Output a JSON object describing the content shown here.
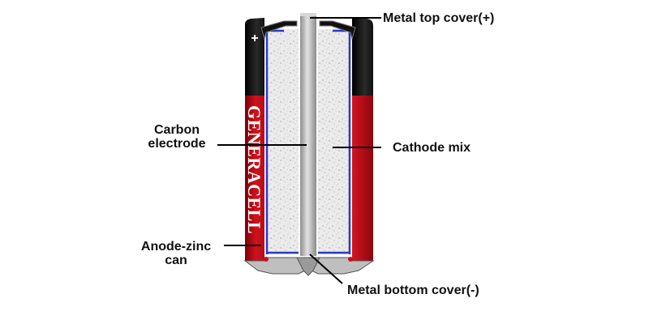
{
  "brand": "GENERACELL",
  "labels": {
    "top_cover": "Metal top cover(+)",
    "carbon_electrode_line1": "Carbon",
    "carbon_electrode_line2": "electrode",
    "cathode_mix": "Cathode mix",
    "anode_can_line1": "Anode-zinc",
    "anode_can_line2": "can",
    "bottom_cover": "Metal bottom cover(-)"
  },
  "colors": {
    "casing_black": "#0d0d0d",
    "casing_red": "#c8101a",
    "separator_blue": "#2c39c8",
    "rod_gray": "#b4b4b4",
    "mix_white": "#ececec"
  },
  "icons": {
    "plus": "+"
  }
}
